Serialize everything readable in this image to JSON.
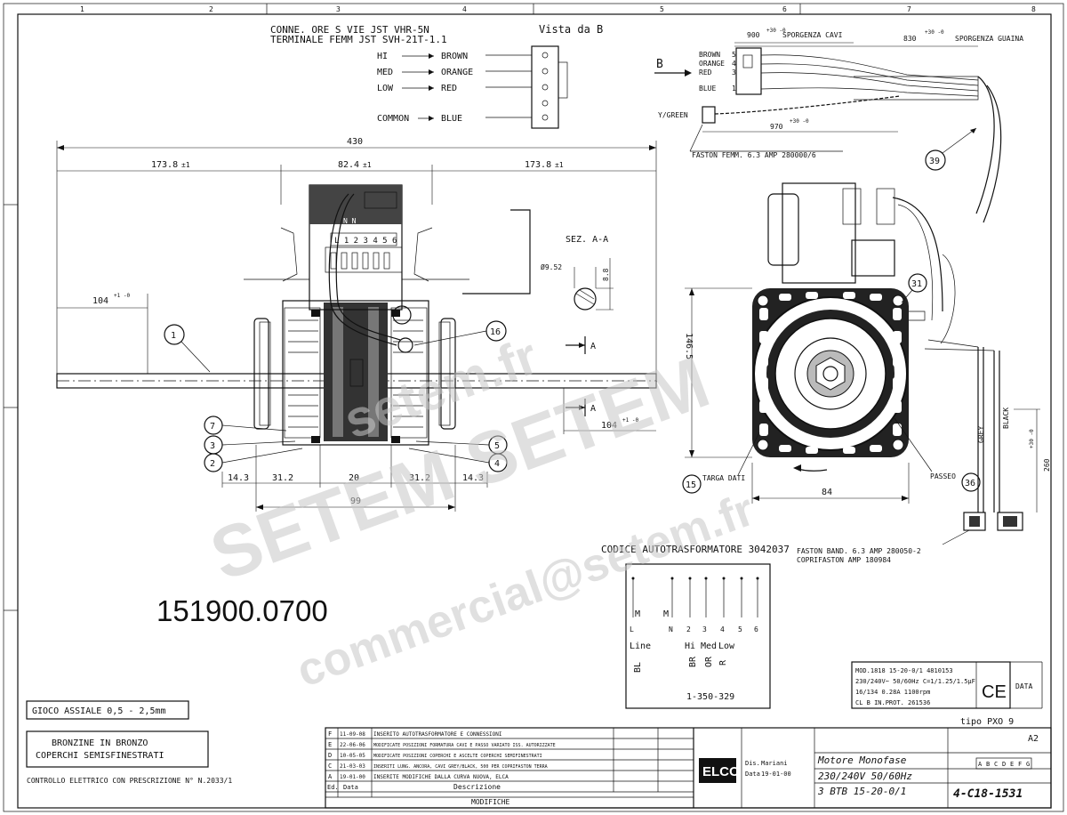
{
  "connector": {
    "title_line1": "CONNE. ORE S VIE JST VHR-5N",
    "title_line2": "TERMINALE FEMM JST SVH-21T-1.1",
    "view_label": "Vista da B",
    "wiring": [
      {
        "from": "HI",
        "to": "BROWN"
      },
      {
        "from": "MED",
        "to": "ORANGE"
      },
      {
        "from": "LOW",
        "to": "RED"
      },
      {
        "from": "COMMON",
        "to": "BLUE"
      }
    ]
  },
  "cable": {
    "b_label": "B",
    "cable_protrusion": "900",
    "cable_protrusion_tol": "+30 -0",
    "cable_protrusion_label": "SPORGENZA CAVI",
    "sheath_protrusion": "830",
    "sheath_protrusion_tol": "+30 -0",
    "sheath_protrusion_label": "SPORGENZA GUAINA",
    "wire_colors": [
      {
        "name": "BROWN",
        "pin": "5"
      },
      {
        "name": "ORANGE",
        "pin": "4"
      },
      {
        "name": "RED",
        "pin": "3"
      },
      {
        "name": "BLUE",
        "pin": "1"
      }
    ],
    "ground_label": "Y/GREEN",
    "ground_length": "970",
    "ground_length_tol": "+30 -0",
    "faston_label": "FASTON FEMM. 6.3 AMP 280000/6",
    "ref_39": "39"
  },
  "front_view": {
    "overall_length": "430",
    "left_shaft": "173.8",
    "center_body": "82.4",
    "right_shaft": "173.8",
    "tol_pm": "±1",
    "shaft_dim": "104",
    "shaft_dim_tol": "+1 -0",
    "terminal_label": "L 1 2 3 4 5 6",
    "terminal_top": "N N",
    "bottom_dims": [
      "14.3",
      "31.2",
      "20",
      "31.2",
      "14.3"
    ],
    "bottom_total": "99",
    "refs": [
      "1",
      "7",
      "3",
      "2",
      "5",
      "4",
      "16"
    ],
    "section_label": "SEZ. A-A",
    "section_diam": "Ø9.52",
    "section_flat": "8.8",
    "section_mark": "A",
    "right_shaft_dim": "104",
    "right_shaft_dim_tol": "+1 -0"
  },
  "side_view": {
    "height_dim": "146.5",
    "width_dim": "84",
    "label_plate": "TARGA DATI",
    "label_plate_ref": "15",
    "passeo_label": "PASSEO",
    "passeo_ref": "36",
    "ref_31": "31",
    "grey_label": "GREY",
    "black_label": "BLACK",
    "wire_len": "260",
    "wire_len_tol": "+30 -0",
    "faston_band": "FASTON BAND. 6.3 AMP 280050-2",
    "faston_cover": "COPRIFASTON AMP 180984"
  },
  "autotransformer": {
    "code_label": "CODICE AUTOTRASFORMATORE 3042037",
    "pins": [
      "L",
      "N",
      "2",
      "3",
      "4",
      "5",
      "6"
    ],
    "pin_marks": [
      "M",
      "M",
      "",
      "",
      "",
      "",
      ""
    ],
    "functions": [
      "Line",
      "Hi",
      "Med",
      "Low"
    ],
    "wire_codes": [
      "BL",
      "BR",
      "OR",
      "R"
    ],
    "part_number": "1-350-329"
  },
  "part_number_big": "151900.0700",
  "axial_play": "GIOCO ASSIALE 0,5 - 2,5mm",
  "bronze_note_line1": "BRONZINE IN BRONZO",
  "bronze_note_line2": "COPERCHI SEMISFINESTRATI",
  "electric_check": "CONTROLLO ELETTRICO CON PRESCRIZIONE N° N.2033/1",
  "rating_plate": {
    "line1": "MOD.1818 15-20-0/1 4810153",
    "line2": "230/240V~ 50/60Hz C=1/1.25/1.5µF",
    "line3": "16/134 0.28A 1100rpm",
    "line4": "CL B IN.PROT. 261536",
    "ce_mark": "CE",
    "data_label": "DATA"
  },
  "type_label": "tipo PXO 9",
  "title_block": {
    "description": "Motore Monofase",
    "voltage": "230/240V 50/60Hz",
    "model": "3 BTB 15-20-0/1",
    "drawing_number": "4-C18-1531",
    "company": "ELCO",
    "sheet_size": "A2",
    "date_label": "Data",
    "date_value": "19-01-00",
    "drawn_label": "Dis.",
    "drawn_value": "Mariani",
    "revisions_header": "Descrizione",
    "modifications_label": "MODIFICHE",
    "rev_letters": [
      "A",
      "B",
      "C",
      "D",
      "E",
      "F",
      "G"
    ],
    "col_labels": [
      "Ed.",
      "Data"
    ],
    "rev_rows": [
      {
        "ed": "F",
        "date": "11-09-08",
        "text": "INSERITO AUTOTRASFORMATORE E CONNESSIONI"
      },
      {
        "ed": "E",
        "date": "22-06-06",
        "text": "MODIFICATE POSIZIONI FORMATURA CAVI E PASSO VARIATO ISS. AUTORIZZATE"
      },
      {
        "ed": "D",
        "date": "10-05-05",
        "text": "MODIFICATE POSIZIONI COPERCHI E ASCELTE COPERCHI SEMIFINESTRATI"
      },
      {
        "ed": "C",
        "date": "21-03-03",
        "text": "INSERITI LUNG. ANCORA, CAVI GREY/BLACK, 500 PER COPRIFASTON TERRA"
      },
      {
        "ed": "A",
        "date": "19-01-00",
        "text": "INSERITE MODIFICHE DALLA CURVA NUOVA, ELCA"
      }
    ]
  },
  "watermark": {
    "line1": "setem.fr",
    "line2": "SETEM SETEM",
    "line3": "commercial@setem.fr"
  },
  "border_numbers_top": [
    "1",
    "2",
    "3",
    "4",
    "5",
    "6",
    "7",
    "8"
  ]
}
